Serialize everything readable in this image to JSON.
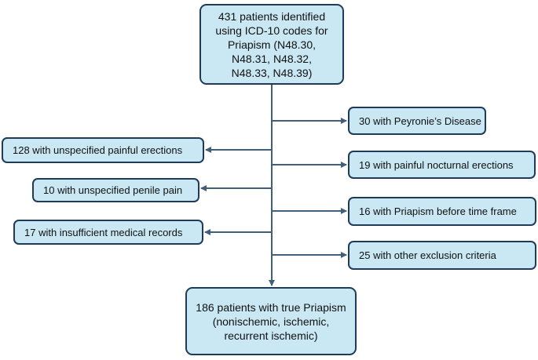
{
  "flowchart": {
    "top": "431 patients identified\nusing ICD-10 codes for\nPriapism (N48.30,\nN48.31, N48.32,\nN48.33, N48.39)",
    "left_exclusions": [
      "128 with unspecified painful erections",
      "10 with unspecified penile pain",
      "17 with insufficient medical records"
    ],
    "right_exclusions": [
      "30 with Peyronie’s Disease",
      "19 with painful nocturnal erections",
      "16 with Priapism before time frame",
      "25 with other exclusion criteria"
    ],
    "bottom": "186 patients with true Priapism\n(nonischemic, ischemic,\nrecurrent ischemic)"
  },
  "colors": {
    "box_fill": "#c9e8f3",
    "box_border": "#1f3b57",
    "arrow": "#3f5f7a"
  }
}
